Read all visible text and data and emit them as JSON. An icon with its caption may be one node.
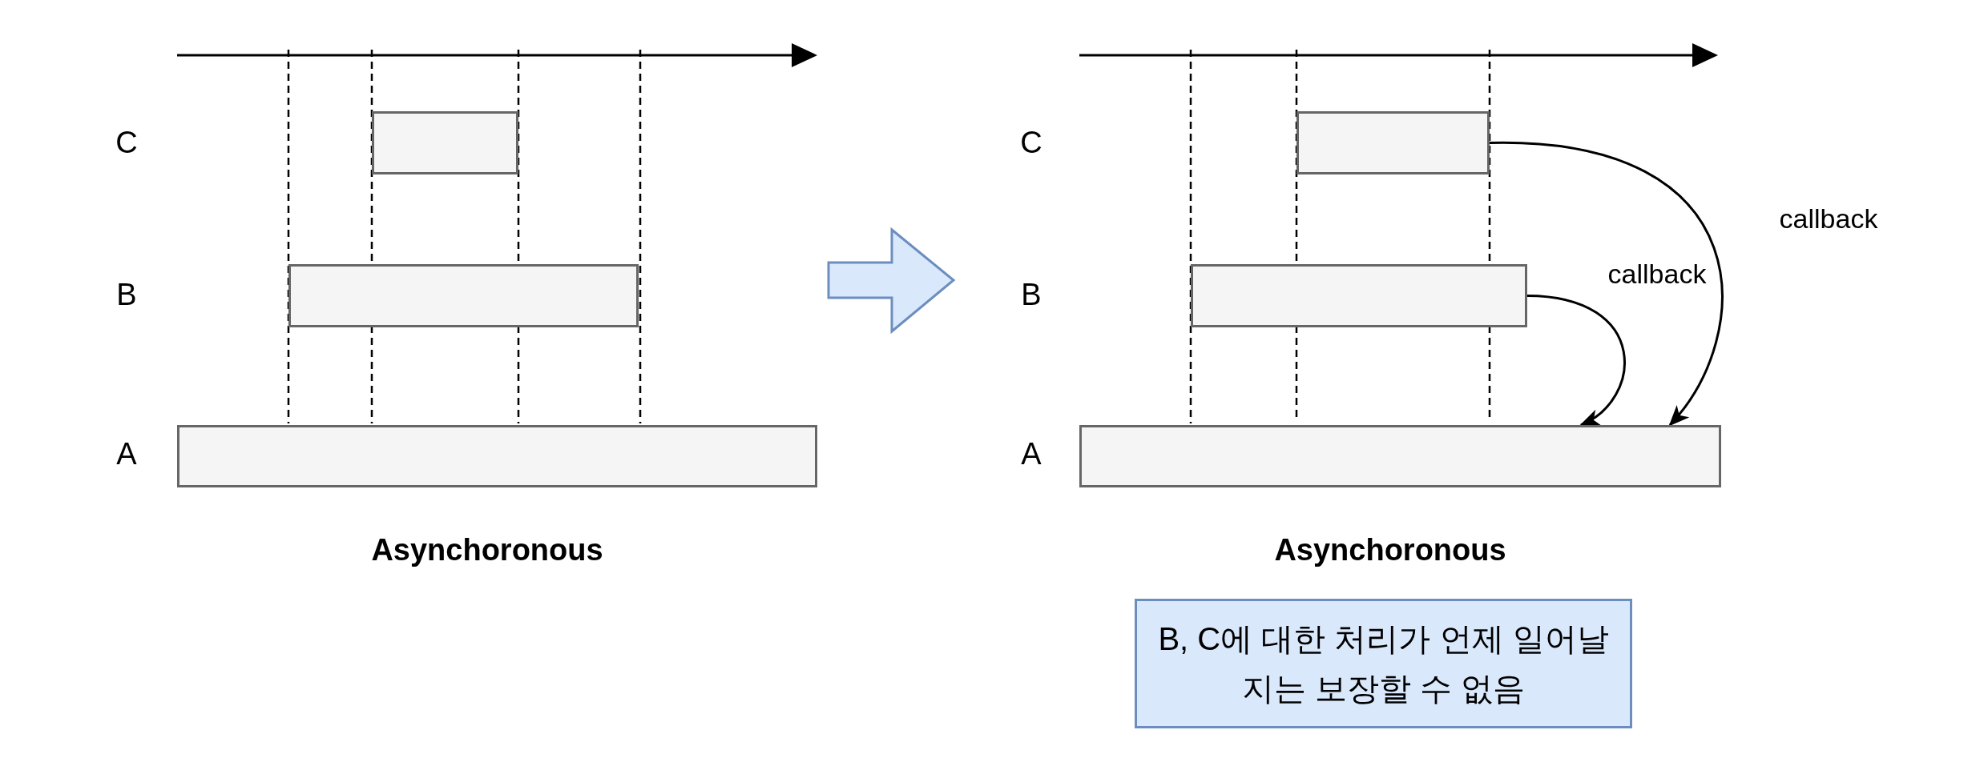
{
  "diagram": {
    "nodes": [
      {
        "text": [],
        "shape": "bar"
      },
      {
        "text": [],
        "shape": "bar"
      },
      {
        "text": [],
        "shape": "bar"
      },
      {
        "text": [],
        "shape": "bar"
      },
      {
        "text": [],
        "shape": "bar"
      },
      {
        "text": [],
        "shape": "bar"
      },
      {
        "text": [
          "B, C에 대한 처리가 언제 일어날지는 보장할 수 없음"
        ]
      }
    ],
    "edges": [
      {
        "from": 3,
        "to": 5,
        "arrow": "to",
        "label": "callback"
      },
      {
        "from": 4,
        "to": 5,
        "arrow": "to",
        "label": "callback"
      }
    ],
    "labels": [
      "C",
      "B",
      "A",
      "Asynchoronous",
      "C",
      "B",
      "A",
      "Asynchoronous"
    ]
  }
}
